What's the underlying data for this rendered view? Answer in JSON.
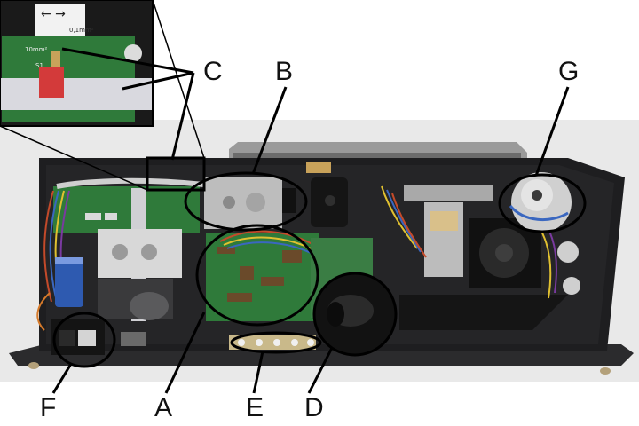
{
  "callouts": {
    "A": "A",
    "B": "B",
    "C": "C",
    "D": "D",
    "E": "E",
    "F": "F",
    "G": "G"
  },
  "inset": {
    "arrows": "←  →",
    "board_text_left": "10mm²",
    "board_text_right": "0,1mm²",
    "board_text_s1": "S1"
  },
  "colors": {
    "background": "#ffffff",
    "device_body": "#1c1c1e",
    "pcb_green": "#2f7a3a",
    "callout_stroke": "#000000"
  }
}
